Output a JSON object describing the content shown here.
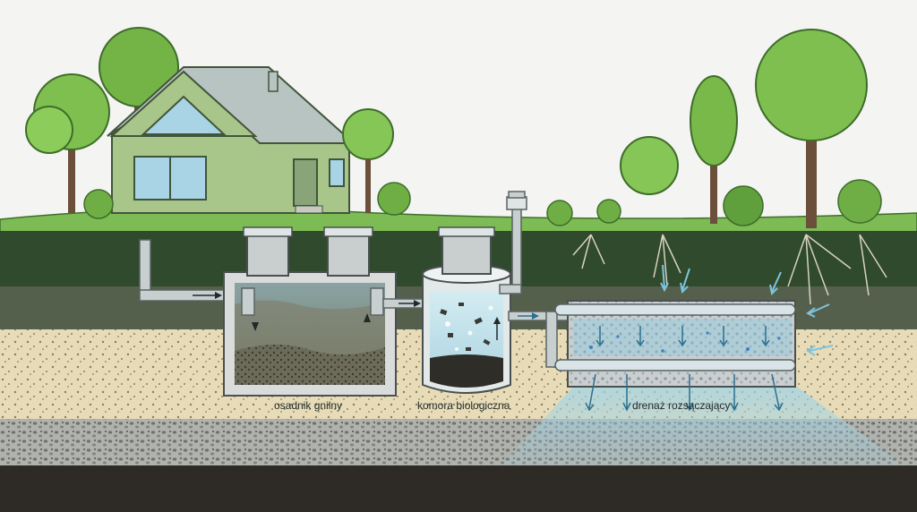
{
  "labels": {
    "septic_tank": "osadnik gnilny",
    "bio_chamber": "komora biologiczna",
    "drainage": "drenaż rozsączający"
  },
  "colors": {
    "sky": "#f4f4f2",
    "grass": "#5a9e3a",
    "topsoil": "#2f4a2c",
    "subsoil": "#55604c",
    "sand": "#e8dcb8",
    "gravel": "#a8aaa5",
    "bedrock": "#2e2b26",
    "water": "#8fcbe0",
    "pipe": "#c7cfcf",
    "house_wall": "#a8c58a",
    "house_roof": "#b8c4c2"
  }
}
